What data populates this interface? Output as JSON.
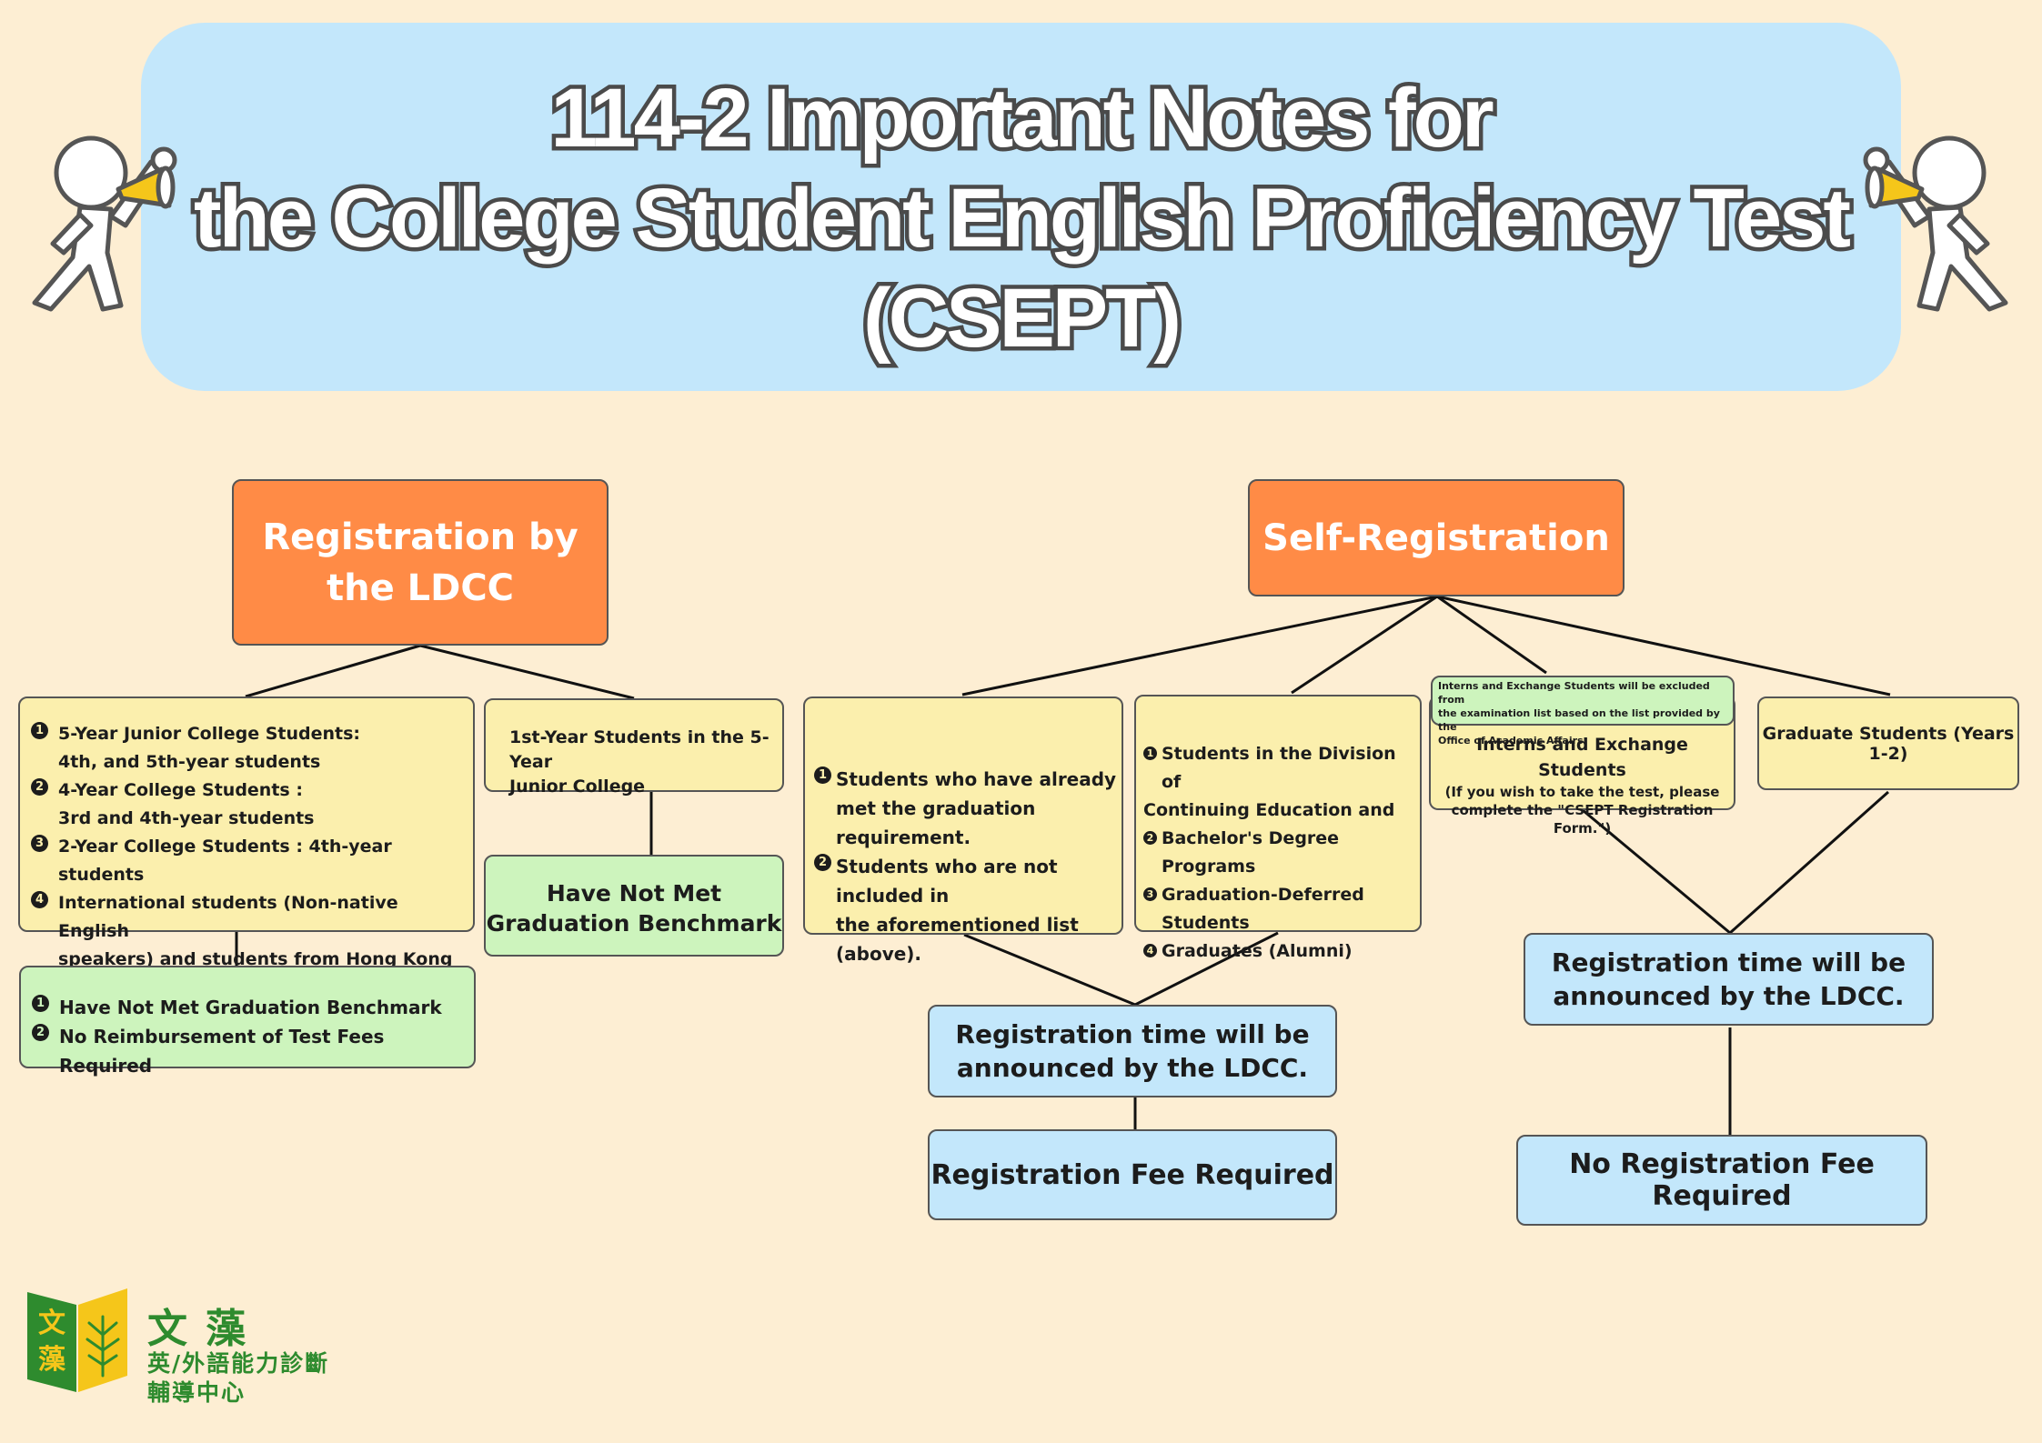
{
  "title": {
    "line1": "114-2 Important Notes for",
    "line2": "the College Student English Proficiency Test",
    "line3": "(CSEPT)"
  },
  "ldcc": {
    "header": "Registration by the LDCC",
    "box_a": {
      "items": [
        {
          "n": "1",
          "l1": "5-Year Junior College Students:",
          "l2": "4th, and 5th-year students"
        },
        {
          "n": "2",
          "l1": "4-Year College Students :",
          "l2": "3rd and 4th-year students"
        },
        {
          "n": "3",
          "l1": "2-Year College Students : 4th-year students",
          "l2": ""
        },
        {
          "n": "4",
          "l1": "International students (Non-native English",
          "l2": "speakers) and students from Hong Kong and Macao"
        }
      ]
    },
    "box_a_result": {
      "items": [
        {
          "n": "1",
          "text": "Have Not Met Graduation Benchmark"
        },
        {
          "n": "2",
          "text": "No Reimbursement of Test Fees Required"
        }
      ]
    },
    "box_b": {
      "l1": "1st-Year Students in the 5-Year",
      "l2": "Junior College"
    },
    "box_b_result": {
      "l1": "Have Not Met",
      "l2": "Graduation Benchmark"
    }
  },
  "self": {
    "header": "Self-Registration",
    "box_c": {
      "items": [
        {
          "n": "1",
          "l1": "Students who have already",
          "l2": "met the graduation requirement."
        },
        {
          "n": "2",
          "l1": "Students who are not included in",
          "l2": "the aforementioned list (above)."
        }
      ]
    },
    "box_d": {
      "items": [
        {
          "n": "1",
          "l1": "Students in the Division of",
          "l2": "Continuing Education and"
        },
        {
          "n": "2",
          "l1": "Bachelor's Degree Programs",
          "l2": ""
        },
        {
          "n": "3",
          "l1": "Graduation-Deferred Students",
          "l2": ""
        },
        {
          "n": "4",
          "l1": "Graduates (Alumni)",
          "l2": ""
        }
      ]
    },
    "box_e": {
      "note": {
        "l1": "Interns and Exchange Students will be excluded from",
        "l2": "the examination list based on the list provided by the",
        "l3": "Office of Academic Affairs."
      },
      "title": "Interns and Exchange Students",
      "sub1": "(If you wish to take the test, please",
      "sub2": "complete the \"CSEPT Registration Form.\")"
    },
    "box_f": "Graduate Students (Years 1-2)",
    "announce_left": {
      "l1": "Registration time will be",
      "l2": "announced by the LDCC."
    },
    "fee_left": "Registration Fee Required",
    "announce_right": {
      "l1": "Registration time will be",
      "l2": "announced by the LDCC."
    },
    "fee_right": "No Registration Fee Required"
  },
  "logo": {
    "mark1": "文",
    "mark2": "藻",
    "name": "文藻",
    "line1": "英/外語能力診斷",
    "line2": "輔導中心"
  },
  "colors": {
    "background": "#fdeed3",
    "banner": "#c3e7fb",
    "orange": "#ff8b46",
    "yellow": "#fbefad",
    "green": "#cdf4bd",
    "blue": "#c3e7fb",
    "logo_green": "#2e8b2e",
    "logo_yellow": "#f5c61a"
  }
}
